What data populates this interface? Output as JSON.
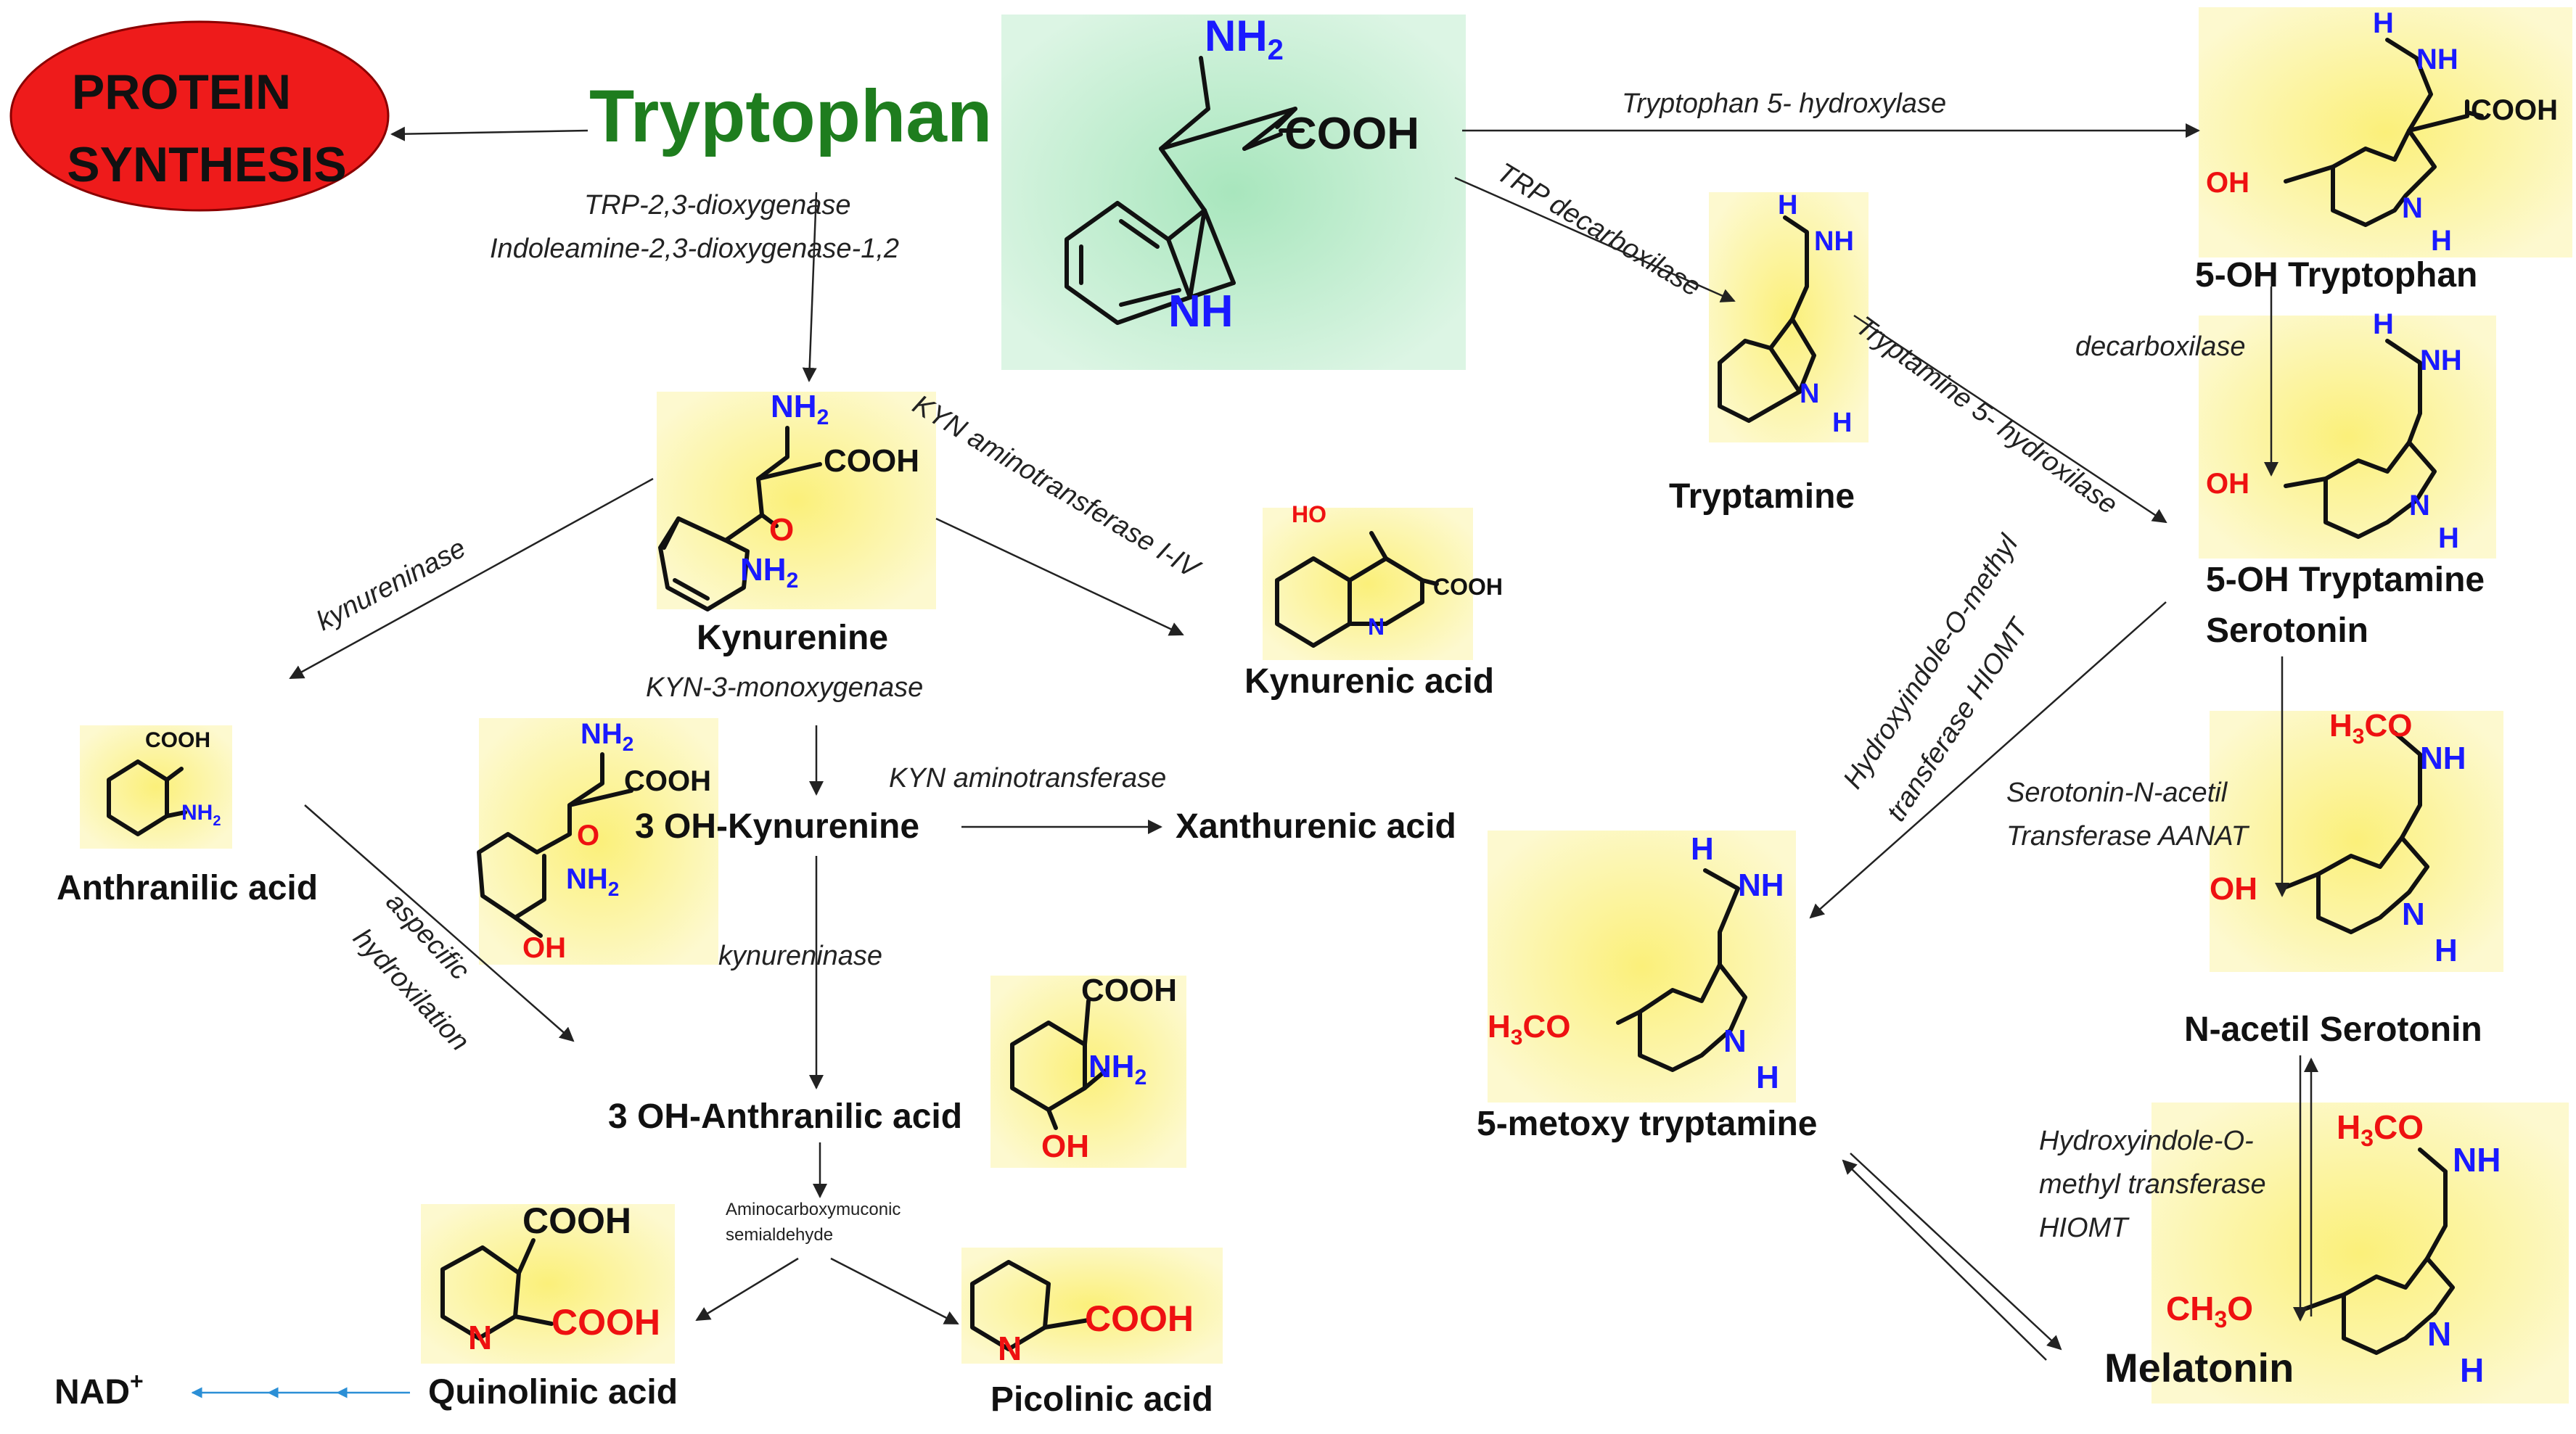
{
  "title": "Tryptophan",
  "protein_synthesis": [
    "PROTEIN",
    "SYNTHESIS"
  ],
  "compounds": {
    "kynurenine": "Kynurenine",
    "kynurenic_acid": "Kynurenic acid",
    "anthranilic_acid": "Anthranilic acid",
    "oh_kynurenine": "3 OH-Kynurenine",
    "xanthurenic_acid": "Xanthurenic  acid",
    "oh_anthranilic_acid": "3 OH-Anthranilic acid",
    "quinolinic_acid": "Quinolinic acid",
    "picolinic_acid": "Picolinic acid",
    "nad": "NAD",
    "nad_sup": "+",
    "tryptamine": "Tryptamine",
    "oh_tryptophan": "5-OH Tryptophan",
    "oh_tryptamine": "5-OH Tryptamine",
    "serotonin": "Serotonin",
    "metoxy_tryptamine": "5-metoxy tryptamine",
    "n_acetil_serotonin": "N-acetil Serotonin",
    "melatonin": "Melatonin"
  },
  "enzymes": {
    "trp_dioxygenase": "TRP-2,3-dioxygenase",
    "ido": "Indoleamine-2,3-dioxygenase-1,2",
    "kynureninase_left": "kynureninase",
    "kyn_aminotransferase_i_iv": "KYN aminotransferase I-IV",
    "kyn_monooxygenase": "KYN-3-monoxygenase",
    "kyn_aminotransferase": "KYN aminotransferase",
    "kynureninase_mid": "kynureninase",
    "aspecific": "aspecific",
    "hydroxilation": "hydroxilation",
    "aminocarboxymuconic": "Aminocarboxymuconic",
    "semialdehyde": "semialdehyde",
    "trp_5_hydroxylase": "Tryptophan 5- hydroxylase",
    "trp_decarboxilase": "TRP decarboxilase",
    "tryptamine_5_hydroxilase": "Tryptamine 5- hydroxilase",
    "decarboxilase": "decarboxilase",
    "hiomt_a": "Hydroxyindole-O-methyl",
    "hiomt_b": "transferase HIOMT",
    "aanat_a": "Serotonin-N-acetil",
    "aanat_b": "Transferase AANAT",
    "hiomt2_a": "Hydroxyindole-O-",
    "hiomt2_b": "methyl transferase",
    "hiomt2_c": "HIOMT"
  },
  "atoms": {
    "nh2": "NH",
    "nh": "NH",
    "h": "H",
    "cooh": "COOH",
    "oh": "OH",
    "ho": "HO",
    "o": "O",
    "n": "N",
    "sub2": "2",
    "sub3": "3",
    "h3co_h": "H",
    "h3co_co": "CO",
    "ch3o_ch": "CH",
    "ch3o_o": "O"
  },
  "colors": {
    "title_green": "#1e7d1e",
    "protein_red": "#ee1b1b",
    "nitrogen_blue": "#1a1aff",
    "oxygen_red": "#ee1111",
    "highlight_yellow": "#fbf3a0",
    "highlight_green": "#b8eccb",
    "nad_arrow_blue": "#2b8fd6"
  }
}
